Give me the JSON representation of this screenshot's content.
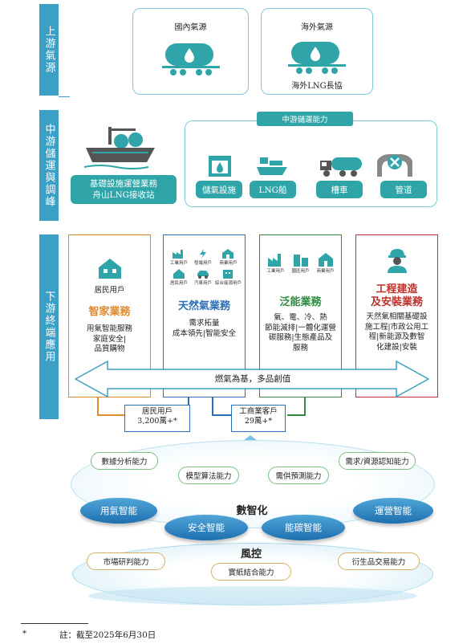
{
  "labels": {
    "upstream": "上游氣源",
    "midstream": "中游儲運與調峰",
    "downstream": "下游終端應用"
  },
  "upstream": {
    "domestic": "國內氣源",
    "overseas": "海外氣源",
    "overseas_note": "海外LNG長協"
  },
  "midstream": {
    "terminal_line1": "基礎設施運營業務",
    "terminal_line2": "舟山LNG接收站",
    "storage_title": "中游儲運能力",
    "items": [
      "儲氣設施",
      "LNG船",
      "槽車",
      "管道"
    ]
  },
  "downstream": {
    "smart_home": {
      "user": "居民用戶",
      "title": "智家業務",
      "desc": [
        "用氣智能服務",
        "家庭安全|",
        "品質購物"
      ]
    },
    "natural_gas": {
      "icons": [
        "工業用戶",
        "發電用戶",
        "商業用戶",
        "居民用戶",
        "汽車用戶",
        "綜合能源用戶"
      ],
      "title": "天然氣業務",
      "desc": [
        "需求拓量",
        "成本領先|智能安全"
      ]
    },
    "pan_energy": {
      "icons": [
        "工業用戶",
        "園區用戶",
        "商業用戶"
      ],
      "title": "泛能業務",
      "desc": [
        "氣、電、冷、熱",
        "節能減排|一體化運營",
        "碳服務|生態產品及",
        "服務"
      ]
    },
    "engineering": {
      "title_line1": "工程建造",
      "title_line2": "及安裝業務",
      "desc": [
        "天然氣相關基礎設",
        "施工程|市政公用工",
        "程|新能源及數智",
        "化建設|安裝"
      ]
    },
    "arrow_text": "燃氣為基，多品創值",
    "stat_residential_label": "居民用戶",
    "stat_residential_value": "3,200萬+*",
    "stat_commercial_label": "工商業客戶",
    "stat_commercial_value": "29萬+*"
  },
  "platform": {
    "capabilities_top": [
      "數據分析能力",
      "模型算法能力",
      "需供預測能力",
      "需求/資源認知能力"
    ],
    "digital_label": "數智化",
    "chips": [
      "用氣智能",
      "安全智能",
      "能碳智能",
      "運營智能"
    ],
    "risk_label": "風控",
    "capabilities_bottom": [
      "市場研判能力",
      "實紙結合能力",
      "衍生品交易能力"
    ]
  },
  "footnote": {
    "marker": "*",
    "text": "註：截至2025年6月30日"
  },
  "colors": {
    "side_label": "#3c9fc5",
    "teal": "#2fa5a9",
    "blue": "#2b6fb5",
    "orange": "#e08a2e",
    "green": "#2e8b3f",
    "red": "#c0302b"
  }
}
